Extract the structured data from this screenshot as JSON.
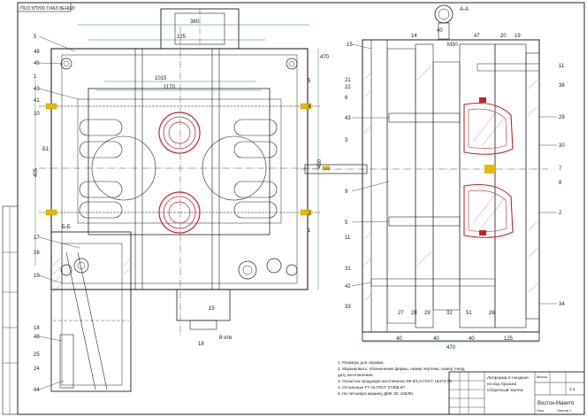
{
  "drawing": {
    "stamp": "ПОЗ 5ПУ00 ГИАЗ 8ЕНШУ",
    "section_left": "Б-Б",
    "section_right": "А-А",
    "dims_top_left": [
      "360",
      "225",
      "1015",
      "1170",
      "470"
    ],
    "dims_side_left": [
      "460",
      "405",
      "Б1"
    ],
    "dims_bottom_left": [
      "15",
      "18",
      "8 отв"
    ],
    "dims_top_right": [
      "40",
      "М30"
    ],
    "dims_bottom_right": [
      "40",
      "40",
      "40",
      "125",
      "470"
    ],
    "callouts_left": [
      "5",
      "48",
      "46",
      "1",
      "43",
      "41",
      "10",
      "17",
      "16",
      "19",
      "18",
      "48",
      "25",
      "24",
      "44"
    ],
    "callouts_middle": [
      "5",
      "4",
      "2",
      "1"
    ],
    "callouts_right": [
      "15",
      "14",
      "47",
      "20",
      "19",
      "11",
      "38",
      "21",
      "22",
      "6",
      "43",
      "3",
      "29",
      "30",
      "9",
      "7",
      "8",
      "2",
      "5",
      "11",
      "31",
      "42",
      "33",
      "27",
      "28",
      "29",
      "32",
      "51",
      "26",
      "34"
    ],
    "notes": [
      "1. Размеры для справок.",
      "2. Маркировать: обозначение формы, номер чертежа, номер гнезд,",
      "   дату изготовления.",
      "3. Оснастка продукция изготовлена 4Ф-5/1,5 ГОСТ 15373-70.",
      "4. Остальные ТТ по ГОСТ 27358-87.",
      "5. На литьевую машину ДМК ЭС 105/90."
    ],
    "title_block": {
      "title_line1": "Литформа 2-гнездная",
      "title_line2": "на ход: Крышка",
      "title_line3": "Сборочный чертеж",
      "company": "Восток-Макито",
      "sheet_label": "Масса",
      "scale": "1:1",
      "sheet": "Лист",
      "sheets_total": "Листов 1"
    }
  }
}
